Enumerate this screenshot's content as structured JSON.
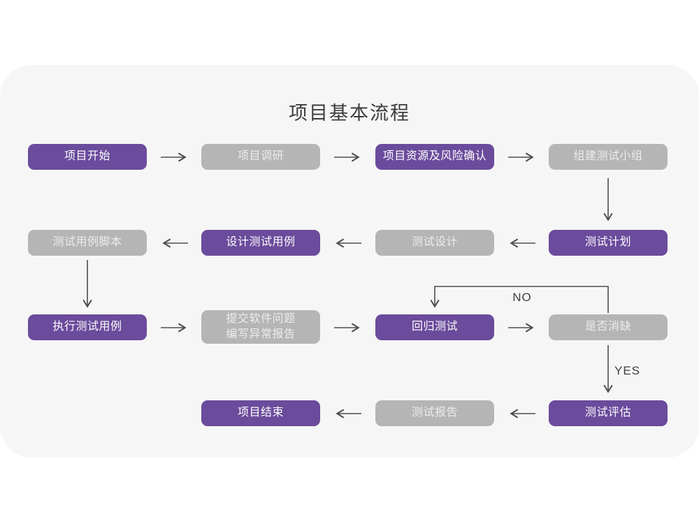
{
  "title": "项目基本流程",
  "colors": {
    "node_purple": "#6b4b9c",
    "node_gray": "#b5b5b5",
    "node_text_on_purple": "#fdfdfd",
    "node_text_on_gray": "#ececec",
    "arrow": "#4d4d4d",
    "card_background": "#f6f6f6",
    "page_background": "#ffffff",
    "title_text": "#3c3c3c"
  },
  "nodes": [
    {
      "label": "项目开始",
      "type": "purple"
    },
    {
      "label": "项目调研",
      "type": "gray"
    },
    {
      "label": "项目资源及风险确认",
      "type": "purple"
    },
    {
      "label": "组建测试小组",
      "type": "gray"
    },
    {
      "label": "测试用例脚本",
      "type": "gray"
    },
    {
      "label": "设计测试用例",
      "type": "purple"
    },
    {
      "label": "测试设计",
      "type": "gray"
    },
    {
      "label": "测试计划",
      "type": "purple"
    },
    {
      "label": "执行测试用例",
      "type": "purple"
    },
    {
      "label": "提交软件问题\n编写异常报告",
      "type": "gray"
    },
    {
      "label": "回归测试",
      "type": "purple"
    },
    {
      "label": "是否消缺",
      "type": "gray"
    },
    {
      "label": "项目结束",
      "type": "purple"
    },
    {
      "label": "测试报告",
      "type": "gray"
    },
    {
      "label": "测试评估",
      "type": "purple"
    }
  ],
  "decision_labels": {
    "no": "NO",
    "yes": "YES"
  },
  "edges": [
    {
      "from": "项目开始",
      "to": "项目调研"
    },
    {
      "from": "项目调研",
      "to": "项目资源及风险确认"
    },
    {
      "from": "项目资源及风险确认",
      "to": "组建测试小组"
    },
    {
      "from": "组建测试小组",
      "to": "测试计划"
    },
    {
      "from": "测试计划",
      "to": "测试设计"
    },
    {
      "from": "测试设计",
      "to": "设计测试用例"
    },
    {
      "from": "设计测试用例",
      "to": "测试用例脚本"
    },
    {
      "from": "测试用例脚本",
      "to": "执行测试用例"
    },
    {
      "from": "执行测试用例",
      "to": "提交软件问题 编写异常报告"
    },
    {
      "from": "提交软件问题 编写异常报告",
      "to": "回归测试"
    },
    {
      "from": "回归测试",
      "to": "是否消缺"
    },
    {
      "from": "是否消缺",
      "to": "回归测试",
      "label": "NO"
    },
    {
      "from": "是否消缺",
      "to": "测试评估",
      "label": "YES"
    },
    {
      "from": "测试评估",
      "to": "测试报告"
    },
    {
      "from": "测试报告",
      "to": "项目结束"
    }
  ]
}
